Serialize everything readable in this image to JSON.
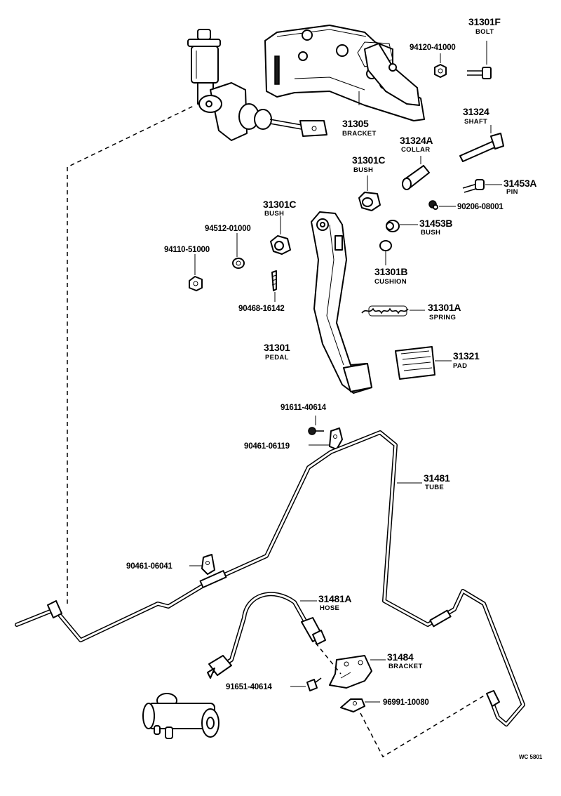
{
  "labels": {
    "bolt": {
      "num": "31301F",
      "name": "BOLT"
    },
    "nut_a": {
      "pn": "94120-41000"
    },
    "bracket_top": {
      "num": "31305",
      "name": "BRACKET"
    },
    "shaft": {
      "num": "31324",
      "name": "SHAFT"
    },
    "collar": {
      "num": "31324A",
      "name": "COLLAR"
    },
    "bush_top": {
      "num": "31301C",
      "name": "BUSH"
    },
    "pin": {
      "num": "31453A",
      "name": "PIN"
    },
    "clip_a": {
      "pn": "90206-08001"
    },
    "bush_left": {
      "num": "31301C",
      "name": "BUSH"
    },
    "washer": {
      "pn": "94512-01000"
    },
    "nut_b": {
      "pn": "94110-51000"
    },
    "bush_pin": {
      "num": "31453B",
      "name": "BUSH"
    },
    "cushion": {
      "num": "31301B",
      "name": "CUSHION"
    },
    "bolt_b": {
      "pn": "90468-16142"
    },
    "spring": {
      "num": "31301A",
      "name": "SPRING"
    },
    "pedal": {
      "num": "31301",
      "name": "PEDAL"
    },
    "pad": {
      "num": "31321",
      "name": "PAD"
    },
    "bolt_c": {
      "pn": "91611-40614"
    },
    "clamp_a": {
      "pn": "90461-06119"
    },
    "tube": {
      "num": "31481",
      "name": "TUBE"
    },
    "clamp_b": {
      "pn": "90461-06041"
    },
    "hose": {
      "num": "31481A",
      "name": "HOSE"
    },
    "bracket_bottom": {
      "num": "31484",
      "name": "BRACKET"
    },
    "bolt_d": {
      "pn": "91651-40614"
    },
    "clip_b": {
      "pn": "96991-10080"
    }
  },
  "ref_code": "WC 5801"
}
